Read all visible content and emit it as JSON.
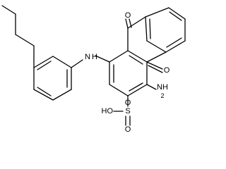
{
  "molecule": {
    "atom_labels": {
      "ketone_oxygen_top": "O",
      "ketone_oxygen_bottom": "O",
      "amine_n": "N",
      "amine_h": "H",
      "amino_nh2": "NH",
      "amino_subscript": "2",
      "sulfonyl_s": "S",
      "sulfonyl_o_top": "O",
      "sulfonyl_o_bottom": "O",
      "hydroxyl_ho": "HO"
    },
    "colors": {
      "bond": "#000000",
      "background": "#ffffff"
    }
  }
}
